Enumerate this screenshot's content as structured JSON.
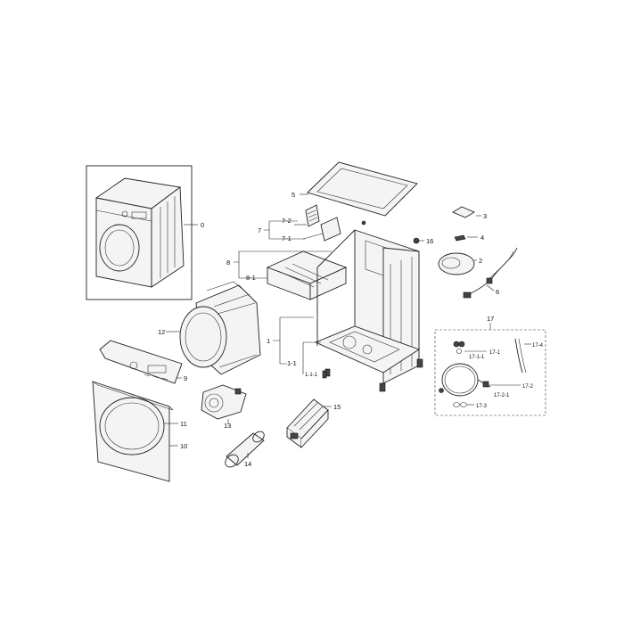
{
  "diagram": {
    "labels": {
      "p0": "0",
      "p1": "1",
      "p1_1": "1-1",
      "p1_1_1": "1-1-1",
      "p2": "2",
      "p3": "3",
      "p4": "4",
      "p5": "5",
      "p6": "6",
      "p7": "7",
      "p7_1": "7-1",
      "p7_2": "7-2",
      "p8": "8",
      "p8_1": "8-1",
      "p9": "9",
      "p10": "10",
      "p11": "11",
      "p12": "12",
      "p13": "13",
      "p14": "14",
      "p15": "15",
      "p16": "16",
      "p17": "17",
      "p17_1": "17-1",
      "p17_1_1": "17-1-1",
      "p17_2": "17-2",
      "p17_2_1": "17-2-1",
      "p17_3": "17-3",
      "p17_4": "17-4"
    }
  }
}
